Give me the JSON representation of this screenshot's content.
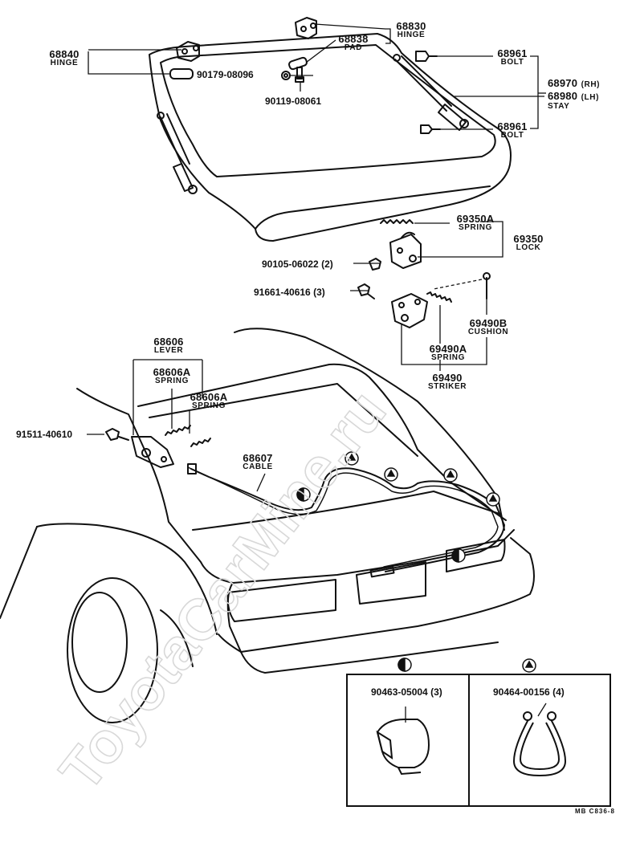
{
  "labels": {
    "p68830": {
      "num": "68830",
      "sub": "HINGE"
    },
    "p68838": {
      "num": "68838",
      "sub": "PAD"
    },
    "p68840": {
      "num": "68840",
      "sub": "HINGE"
    },
    "p90179": "90179-08096",
    "p90119": "90119-08061",
    "p68961a": {
      "num": "68961",
      "sub": "BOLT"
    },
    "p68970": {
      "num": "68970",
      "suffix": "(RH)"
    },
    "p68980": {
      "num": "68980",
      "suffix": "(LH)",
      "sub": "STAY"
    },
    "p68961b": {
      "num": "68961",
      "sub": "BOLT"
    },
    "p69350A": {
      "num": "69350A",
      "sub": "SPRING"
    },
    "p69350": {
      "num": "69350",
      "sub": "LOCK"
    },
    "p90105": "90105-06022 (2)",
    "p91661": "91661-40616 (3)",
    "p69490B": {
      "num": "69490B",
      "sub": "CUSHION"
    },
    "p69490A": {
      "num": "69490A",
      "sub": "SPRING"
    },
    "p69490": {
      "num": "69490",
      "sub": "STRIKER"
    },
    "p68606": {
      "num": "68606",
      "sub": "LEVER"
    },
    "p68606A1": {
      "num": "68606A",
      "sub": "SPRING"
    },
    "p68606A2": {
      "num": "68606A",
      "sub": "SPRING"
    },
    "p91511": "91511-40610",
    "p68607": {
      "num": "68607",
      "sub": "CABLE"
    },
    "p90463": "90463-05004 (3)",
    "p90464": "90464-00156 (4)"
  },
  "watermark": "ToyotaCarMine.ru",
  "diagram_code": "MB C836-8"
}
